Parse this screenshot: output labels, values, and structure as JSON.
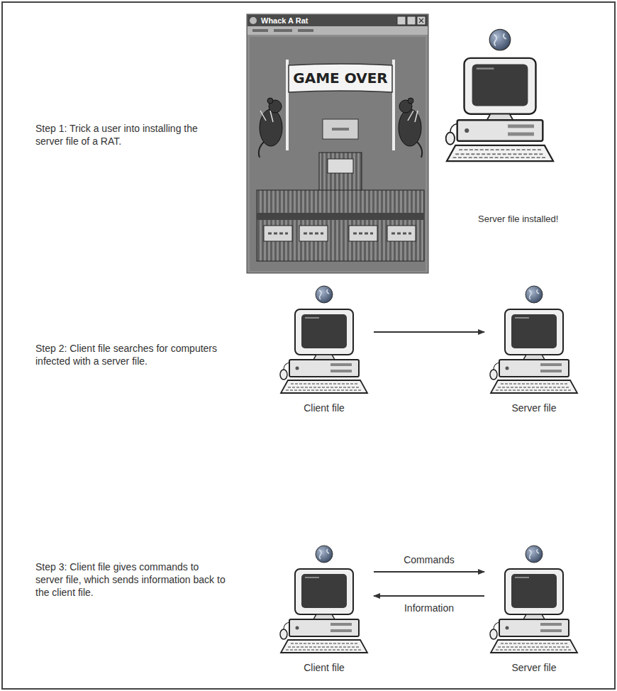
{
  "diagram": {
    "nodes": [
      {
        "text": [
          "Client file"
        ]
      },
      {
        "text": [
          "Server file"
        ]
      },
      {
        "text": [
          "Client file"
        ]
      },
      {
        "text": [
          "Server file"
        ]
      }
    ],
    "edges": [
      {
        "from": 0,
        "to": 1,
        "arrow": "to"
      },
      {
        "from": 2,
        "to": 3,
        "label": "Commands",
        "arrow": "to"
      },
      {
        "from": 3,
        "to": 2,
        "label": "Information",
        "arrow": "to"
      }
    ],
    "labels": [
      "Step 1: Trick a user into installing the server file of a RAT.",
      "Whack A Rat",
      "GAME OVER",
      "Server file installed!",
      "Step 2: Client file searches for computers infected with a server file.",
      "Step 3: Client file gives commands to server file, which sends information back to the client file."
    ]
  }
}
